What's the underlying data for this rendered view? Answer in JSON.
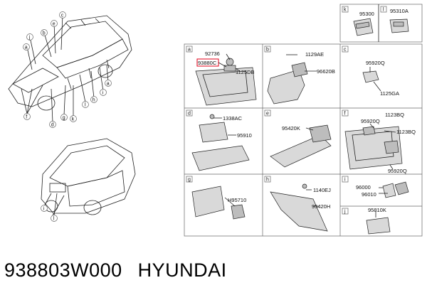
{
  "panels": {
    "a": {
      "letter": "a",
      "labels": [
        "92736",
        "93880C",
        "1125DB"
      ]
    },
    "b": {
      "letter": "b",
      "labels": [
        "1129AE",
        "96620B"
      ]
    },
    "c": {
      "letter": "c",
      "labels": [
        "95920Q",
        "1125GA"
      ]
    },
    "d": {
      "letter": "d",
      "labels": [
        "1338AC",
        "95910"
      ]
    },
    "e": {
      "letter": "e",
      "labels": [
        "95420K"
      ]
    },
    "f": {
      "letter": "f",
      "labels": [
        "1123BQ",
        "95920Q",
        "1123BQ",
        "95920Q"
      ]
    },
    "g": {
      "letter": "g",
      "labels": [
        "H95710"
      ]
    },
    "h": {
      "letter": "h",
      "labels": [
        "1140EJ",
        "95420H"
      ]
    },
    "i": {
      "letter": "i",
      "labels": [
        "96000",
        "96010"
      ]
    },
    "j": {
      "letter": "j",
      "labels": [
        "95810K"
      ]
    },
    "k": {
      "letter": "k",
      "labels": [
        "95300"
      ]
    },
    "l": {
      "letter": "l",
      "labels": [
        "95310A"
      ]
    }
  },
  "car_callouts_front": [
    "c",
    "e",
    "b",
    "j",
    "a",
    "a",
    "h",
    "i",
    "g",
    "k",
    "d",
    "l",
    "f"
  ],
  "car_callouts_rear": [
    "i",
    "l"
  ],
  "highlight_color": "#e0001a",
  "caption": {
    "part_number": "938803W000",
    "brand": "HYUNDAI"
  }
}
